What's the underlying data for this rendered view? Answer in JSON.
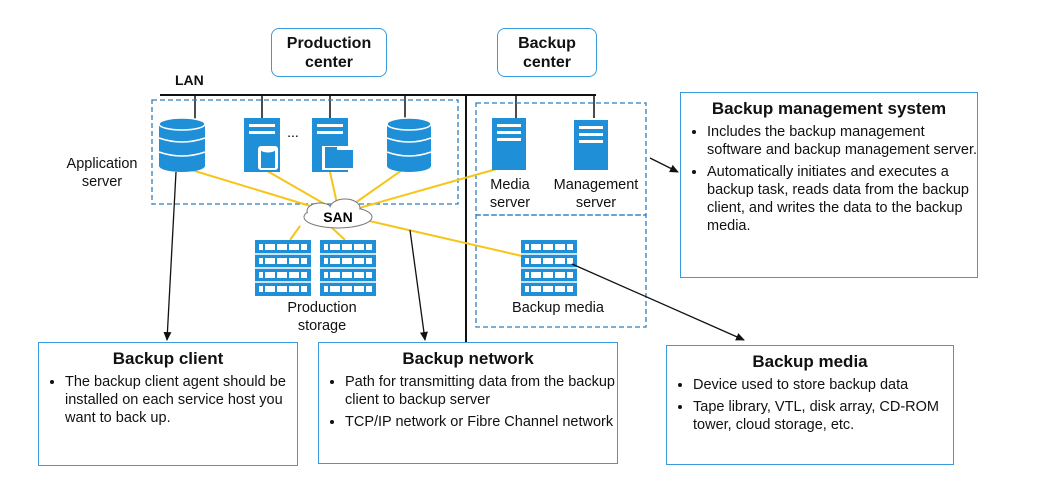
{
  "centers": {
    "production": "Production\ncenter",
    "backup": "Backup\ncenter"
  },
  "labels": {
    "lan": "LAN",
    "application_server": "Application\nserver",
    "ellipsis": "...",
    "san": "SAN",
    "production_storage": "Production\nstorage",
    "media_server": "Media\nserver",
    "management_server": "Management\nserver",
    "backup_media_label": "Backup media"
  },
  "panels": {
    "management": {
      "title": "Backup management system",
      "bullets": [
        "Includes the backup management software and backup management server.",
        "Automatically initiates and executes a backup task, reads data from the backup client, and writes the data to the backup media."
      ]
    },
    "client": {
      "title": "Backup client",
      "bullets": [
        "The backup client agent should be installed on each service host you want to back up."
      ]
    },
    "network": {
      "title": "Backup network",
      "bullets": [
        "Path for transmitting data from the backup client to backup server",
        "TCP/IP network or Fibre Channel network"
      ]
    },
    "media": {
      "title": "Backup media",
      "bullets": [
        "Device used to store backup data",
        "Tape library, VTL, disk array, CD-ROM tower, cloud storage, etc."
      ]
    }
  },
  "colors": {
    "accent_blue": "#3b9ad9",
    "icon_blue": "#1f8fd8",
    "link_yellow": "#f5c518",
    "dashed_blue": "#2f7fc1"
  }
}
